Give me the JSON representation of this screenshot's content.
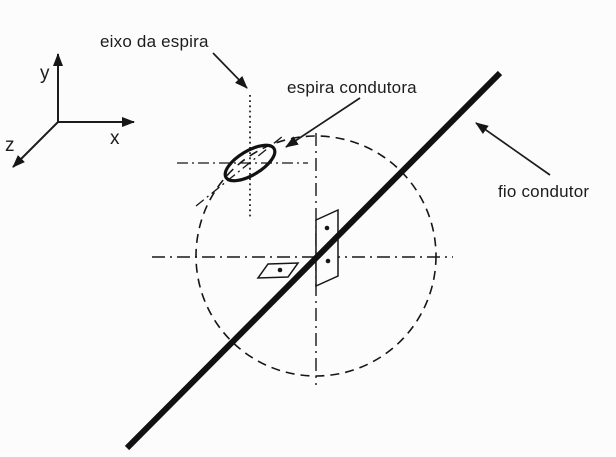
{
  "diagram": {
    "background_color": "#fcfcfc",
    "line_color": "#161616",
    "labels": {
      "loop_axis": "eixo da espira",
      "loop": "espira condutora",
      "wire": "fio condutor"
    },
    "axes": {
      "x": "x",
      "y": "y",
      "z": "z"
    }
  }
}
